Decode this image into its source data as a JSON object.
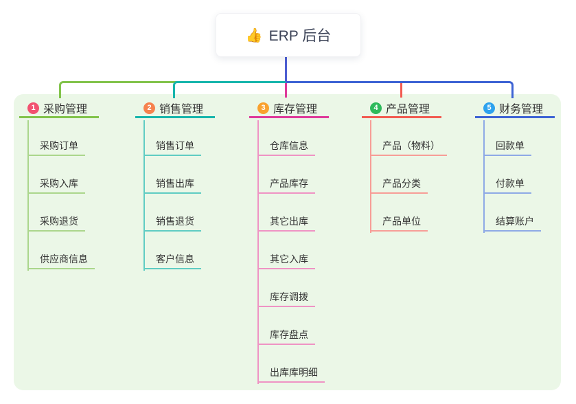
{
  "root": {
    "icon": "👍",
    "label": "ERP 后台",
    "stem_color": "#4e5fd2"
  },
  "canvas_color": "#ebf7e7",
  "branches": [
    {
      "num": "1",
      "title": "采购管理",
      "colors": {
        "badge": "#f25170",
        "line": "#82c34b",
        "light": "#abd68c"
      },
      "children": [
        "采购订单",
        "采购入库",
        "采购退货",
        "供应商信息"
      ]
    },
    {
      "num": "2",
      "title": "销售管理",
      "colors": {
        "badge": "#f6824e",
        "line": "#17b5ac",
        "light": "#5fccc3"
      },
      "children": [
        "销售订单",
        "销售出库",
        "销售退货",
        "客户信息"
      ]
    },
    {
      "num": "3",
      "title": "库存管理",
      "colors": {
        "badge": "#f9a12e",
        "line": "#de3a9a",
        "light": "#ef93c4"
      },
      "children": [
        "仓库信息",
        "产品库存",
        "其它出库",
        "其它入库",
        "库存调拨",
        "库存盘点",
        "出库库明细"
      ]
    },
    {
      "num": "4",
      "title": "产品管理",
      "colors": {
        "badge": "#2eba5c",
        "line": "#f25b51",
        "light": "#f79d97"
      },
      "children": [
        "产品（物料）",
        "产品分类",
        "产品单位"
      ]
    },
    {
      "num": "5",
      "title": "财务管理",
      "colors": {
        "badge": "#2ea2ee",
        "line": "#3d63d4",
        "light": "#8ea9e6"
      },
      "children": [
        "回款单",
        "付款单",
        "结算账户"
      ]
    }
  ]
}
